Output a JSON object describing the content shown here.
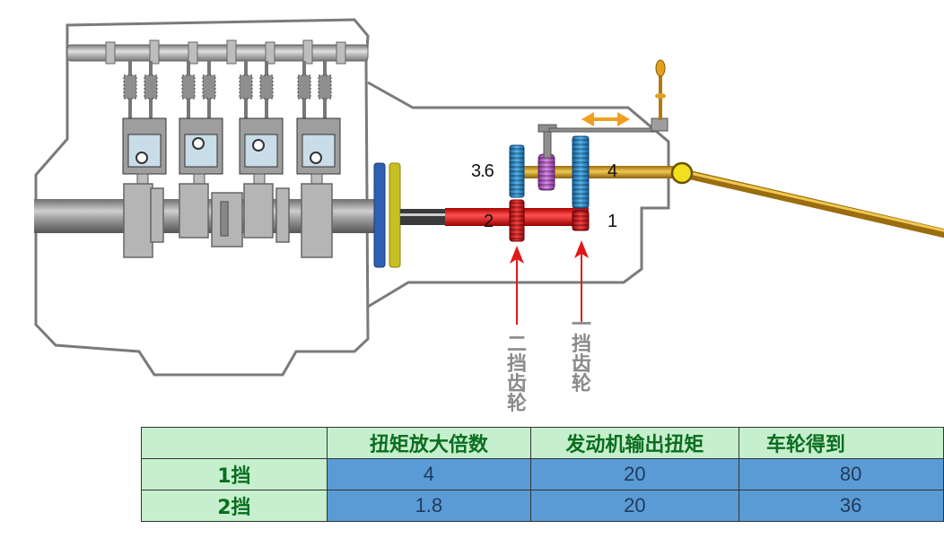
{
  "gear_labels": {
    "g36": "3.6",
    "g4": "4",
    "g2": "2",
    "g1": "1"
  },
  "callouts": {
    "second_gear": [
      "二",
      "挡",
      "齿",
      "轮"
    ],
    "first_gear": [
      "一",
      "挡",
      "齿",
      "轮"
    ]
  },
  "table": {
    "headers": [
      "",
      "扭矩放大倍数",
      "发动机输出扭矩",
      "车轮得到"
    ],
    "rows": [
      {
        "label": "1挡",
        "cells": [
          "4",
          "20",
          "80"
        ]
      },
      {
        "label": "2挡",
        "cells": [
          "1.8",
          "20",
          "36"
        ]
      }
    ]
  },
  "colors": {
    "engine_gray": "#8c8c8c",
    "shaft_red": "#e02020",
    "gear_blue": "#2e8fd0",
    "gear_red": "#d82020",
    "gear_purple": "#b060c0",
    "shaft_gold": "#d6a830",
    "clutch_blue": "#2f5fb0",
    "clutch_yellow": "#c8c020",
    "arrow_orange": "#f0a020",
    "callout_red": "#e01818",
    "header_green": "#c6efce",
    "cell_blue": "#5b9bd5"
  }
}
